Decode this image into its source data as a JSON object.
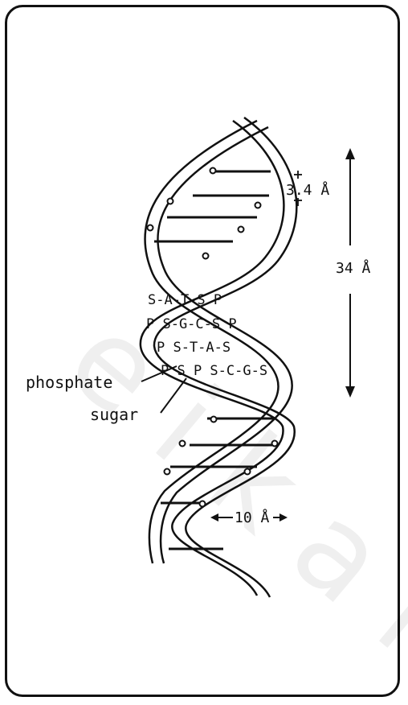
{
  "labels": {
    "phosphate": "phosphate",
    "sugar": "sugar",
    "rise_per_base": "3.4 Å",
    "pitch": "34 Å",
    "diameter": "10 Å"
  },
  "base_rows": [
    "S-A-T-S P",
    "P S-G-C-S P",
    "P S-T-A-S",
    "P S P S-C-G-S"
  ],
  "watermark": "e i k a n"
}
